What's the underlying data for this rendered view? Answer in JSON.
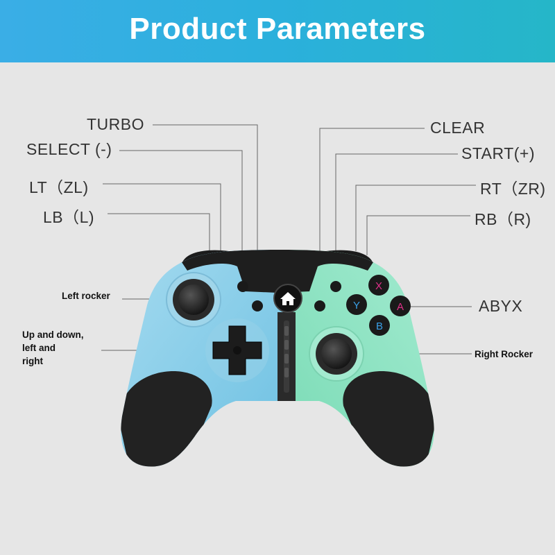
{
  "header": {
    "title": "Product Parameters"
  },
  "labels": {
    "turbo": "TURBO",
    "select": "SELECT (-)",
    "lt": "LT（ZL)",
    "lb": "LB（L)",
    "clear": "CLEAR",
    "start": "START(+)",
    "rt": "RT（ZR)",
    "rb": "RB（R)",
    "left_rocker": "Left rocker",
    "dpad_line1": "Up and down,",
    "dpad_line2": "left and",
    "dpad_line3": "right",
    "abyx": "ABYX",
    "right_rocker": "Right Rocker"
  },
  "buttons": {
    "x": "X",
    "y": "Y",
    "a": "A",
    "b": "B"
  },
  "colors": {
    "banner_start": "#3aaee6",
    "banner_end": "#25b6c8",
    "left_body": "#8ccfe8",
    "right_body": "#8fe3c2",
    "dark_shell": "#2a2a2a",
    "x_button": "#e0308a",
    "y_button": "#3aa0e8",
    "a_button": "#e0308a",
    "b_button": "#3aa0e8"
  },
  "icons": {
    "home": "home-icon"
  }
}
